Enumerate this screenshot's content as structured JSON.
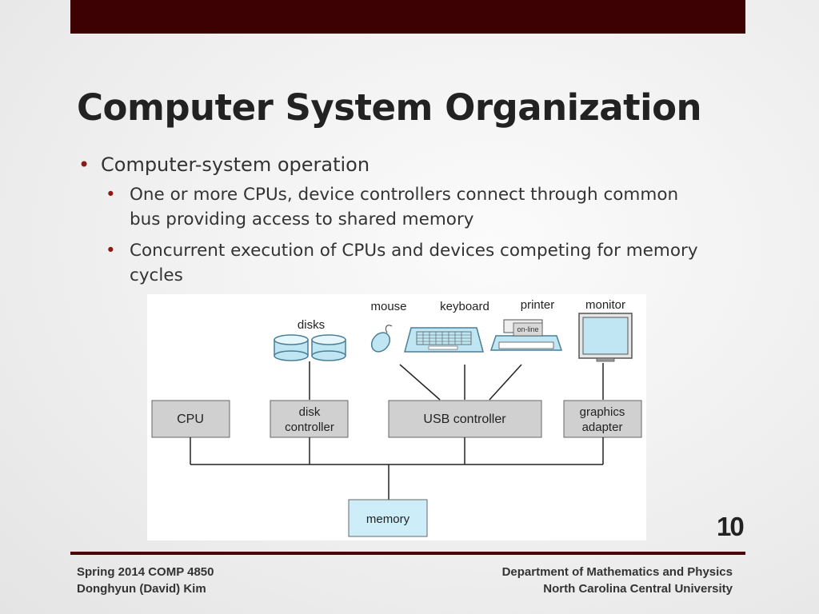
{
  "slide": {
    "title": "Computer System Organization",
    "page_number": "10"
  },
  "bullets": {
    "level1": "Computer-system operation",
    "level2": [
      "One or more CPUs, device controllers connect through common bus providing access to shared memory",
      "Concurrent execution of CPUs and devices competing for memory cycles"
    ]
  },
  "diagram": {
    "devices": {
      "disks": "disks",
      "mouse": "mouse",
      "keyboard": "keyboard",
      "printer": "printer",
      "printer_display": "on-line",
      "monitor": "monitor"
    },
    "boxes": {
      "cpu": "CPU",
      "disk_controller_line1": "disk",
      "disk_controller_line2": "controller",
      "usb_controller": "USB controller",
      "graphics_line1": "graphics",
      "graphics_line2": "adapter",
      "memory": "memory"
    },
    "colors": {
      "controller_fill": "#d0d0d0",
      "device_fill": "#bfe6f2",
      "memory_fill": "#cdeef8"
    }
  },
  "footer": {
    "left_line1": "Spring 2014 COMP 4850",
    "left_line2": "Donghyun (David) Kim",
    "right_line1": "Department of Mathematics and Physics",
    "right_line2": "North Carolina Central University"
  }
}
